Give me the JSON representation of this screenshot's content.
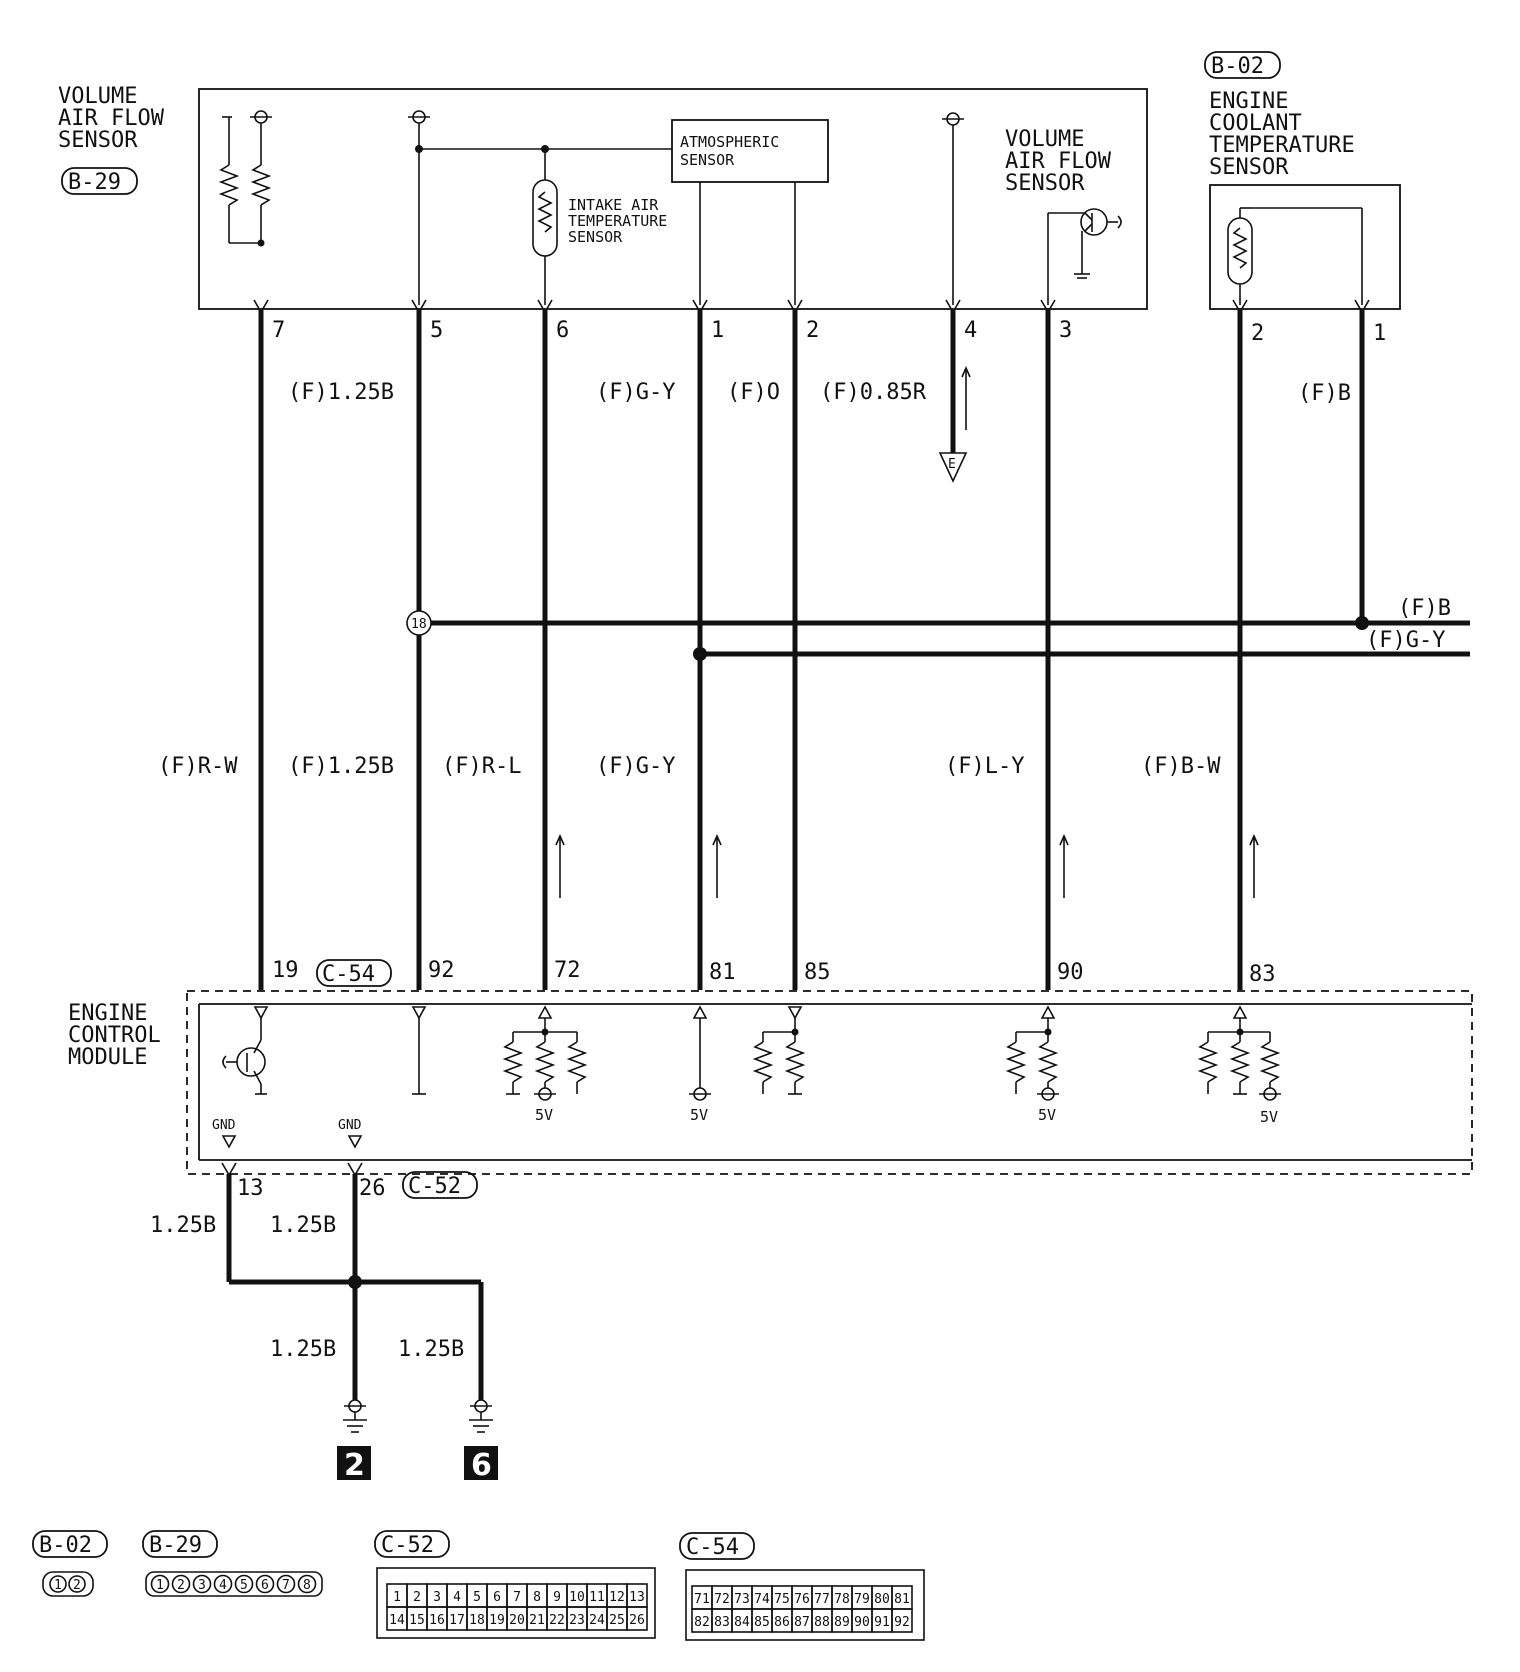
{
  "components": {
    "vaf_title": [
      "VOLUME",
      "AIR FLOW",
      "SENSOR"
    ],
    "vaf_conn": "B-29",
    "atm_sensor": [
      "ATMOSPHERIC",
      "SENSOR"
    ],
    "iat_sensor": [
      "INTAKE AIR",
      "TEMPERATURE",
      "SENSOR"
    ],
    "vaf_inner": [
      "VOLUME",
      "AIR FLOW",
      "SENSOR"
    ],
    "ect_conn": "B-02",
    "ect_title": [
      "ENGINE",
      "COOLANT",
      "TEMPERATURE",
      "SENSOR"
    ],
    "ecm_title": [
      "ENGINE",
      "CONTROL",
      "MODULE"
    ],
    "ecm_conn_a": "C-54",
    "ecm_conn_b": "C-52",
    "gnd": "GND",
    "v5": "5V",
    "splice": "18",
    "ground_a": "2",
    "ground_b": "6",
    "e_symbol": "E"
  },
  "pins": {
    "vaf": [
      "7",
      "5",
      "6",
      "1",
      "2",
      "4",
      "3"
    ],
    "ect": [
      "2",
      "1"
    ],
    "ecm": [
      "19",
      "92",
      "72",
      "81",
      "85",
      "90",
      "83"
    ],
    "gnd": [
      "13",
      "26"
    ]
  },
  "wires": {
    "upper": [
      "(F)1.25B",
      "(F)G-Y",
      "(F)O",
      "(F)0.85R",
      "(F)B"
    ],
    "bus": [
      "(F)B",
      "(F)G-Y"
    ],
    "lower": [
      "(F)R-W",
      "(F)1.25B",
      "(F)R-L",
      "(F)G-Y",
      "(F)L-Y",
      "(F)B-W"
    ],
    "ground": [
      "1.25B",
      "1.25B",
      "1.25B",
      "1.25B"
    ]
  },
  "connectors": {
    "b02": {
      "label": "B-02",
      "pins": [
        "1",
        "2"
      ]
    },
    "b29": {
      "label": "B-29",
      "pins": [
        "1",
        "2",
        "3",
        "4",
        "5",
        "6",
        "7",
        "8"
      ]
    },
    "c52": {
      "label": "C-52",
      "row1": [
        "1",
        "2",
        "3",
        "4",
        "5",
        "6",
        "7",
        "8",
        "9",
        "10",
        "11",
        "12",
        "13"
      ],
      "row2": [
        "14",
        "15",
        "16",
        "17",
        "18",
        "19",
        "20",
        "21",
        "22",
        "23",
        "24",
        "25",
        "26"
      ]
    },
    "c54": {
      "label": "C-54",
      "row1": [
        "71",
        "72",
        "73",
        "74",
        "75",
        "76",
        "77",
        "78",
        "79",
        "80",
        "81"
      ],
      "row2": [
        "82",
        "83",
        "84",
        "85",
        "86",
        "87",
        "88",
        "89",
        "90",
        "91",
        "92"
      ]
    }
  }
}
